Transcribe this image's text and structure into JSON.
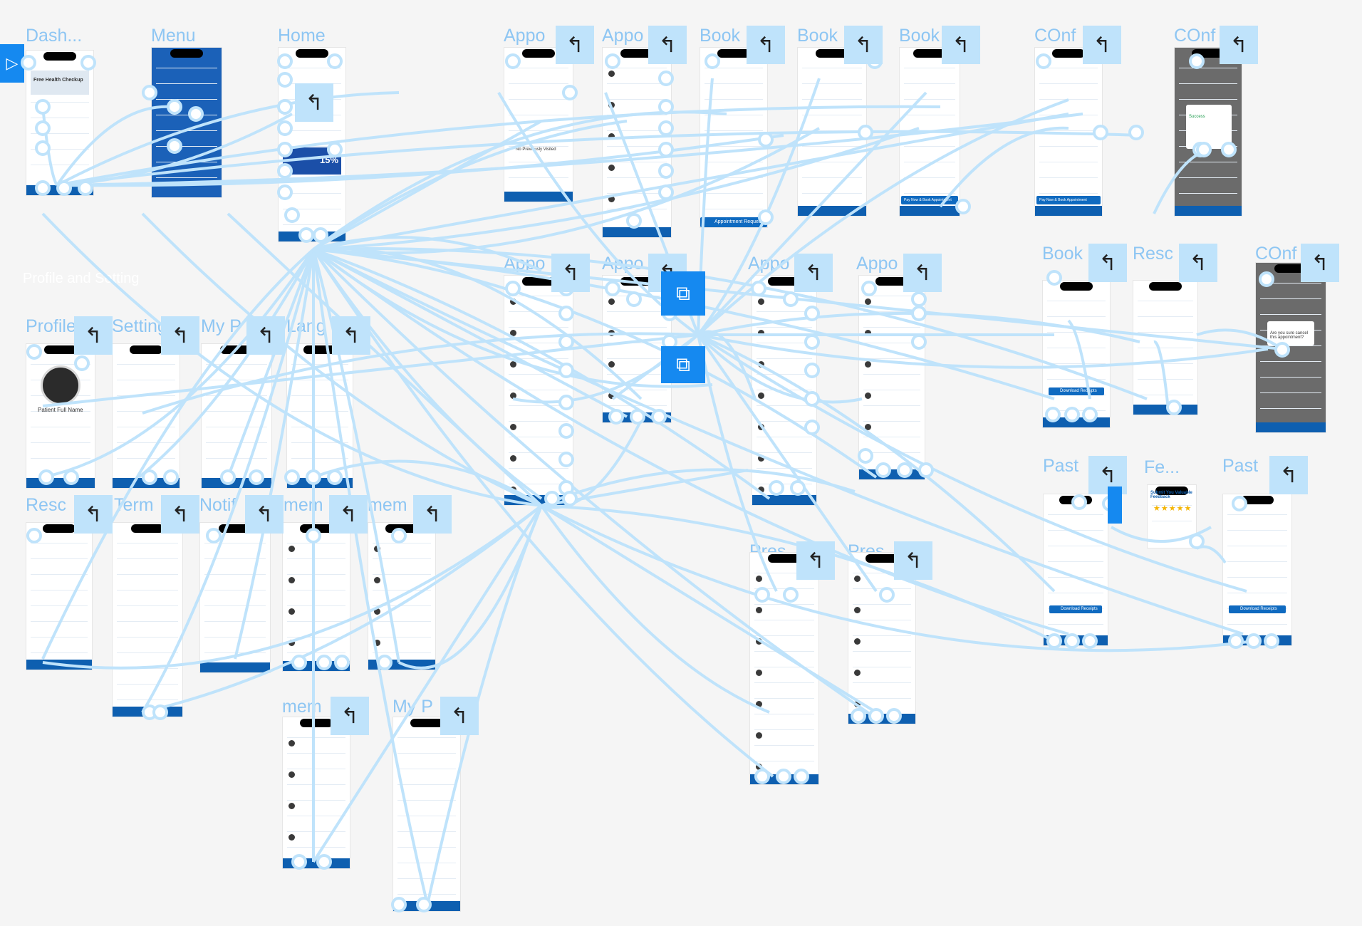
{
  "canvas": {
    "section_label": "Profile and Setting",
    "frames": [
      {
        "title": "Dash...",
        "kind": "dashboard"
      },
      {
        "title": "Menu",
        "kind": "menu"
      },
      {
        "title": "Home",
        "kind": "home"
      },
      {
        "title": "Appo",
        "kind": "blank-search"
      },
      {
        "title": "Appo",
        "kind": "doctor-list"
      },
      {
        "title": "Book",
        "kind": "booking"
      },
      {
        "title": "Book",
        "kind": "summary"
      },
      {
        "title": "Book",
        "kind": "summary-pay"
      },
      {
        "title": "COnf",
        "kind": "summary-pay"
      },
      {
        "title": "COnf",
        "kind": "success-modal"
      },
      {
        "title": "Appo",
        "kind": "appt-list"
      },
      {
        "title": "Appo",
        "kind": "appt-list"
      },
      {
        "title": "Appo",
        "kind": "appt-list"
      },
      {
        "title": "Appo",
        "kind": "appt-list"
      },
      {
        "title": "Book",
        "kind": "booking-detail"
      },
      {
        "title": "Resc",
        "kind": "reschedule"
      },
      {
        "title": "COnf",
        "kind": "cancel-modal"
      },
      {
        "title": "Profile",
        "kind": "profile"
      },
      {
        "title": "Setting",
        "kind": "settings"
      },
      {
        "title": "My P",
        "kind": "form"
      },
      {
        "title": "Lang",
        "kind": "list"
      },
      {
        "title": "Resc",
        "kind": "form"
      },
      {
        "title": "Term",
        "kind": "text"
      },
      {
        "title": "Notif",
        "kind": "notifications"
      },
      {
        "title": "mem",
        "kind": "members"
      },
      {
        "title": "mem",
        "kind": "members"
      },
      {
        "title": "mem",
        "kind": "members"
      },
      {
        "title": "My P",
        "kind": "form"
      },
      {
        "title": "Pres",
        "kind": "prescription"
      },
      {
        "title": "Pres.",
        "kind": "prescription"
      },
      {
        "title": "Past",
        "kind": "past-appt"
      },
      {
        "title": "Fe...",
        "kind": "feedback"
      },
      {
        "title": "Past",
        "kind": "past-appt"
      }
    ],
    "screen_text": {
      "dash_hero": "Free Health Checkup",
      "home_promo": "15%",
      "profile_name": "Patient Full Name",
      "success": "Success",
      "cancel_q": "Are you sure cancel this appointment?",
      "feedback_title": "Submit You Valuable Feedback",
      "download": "Download Receipts",
      "appointment_request": "Appointment Request",
      "pay_book": "Pay Now & Book Appointment",
      "no_results": "No Previously Visited"
    },
    "icons": {
      "back": "back-arrow-icon",
      "play": "present-icon",
      "copy": "duplicate-icon"
    },
    "colors": {
      "link": "#bfe3fb",
      "accent": "#1589f0",
      "title": "#8ec6f3",
      "bar": "#0e5fb0"
    }
  }
}
